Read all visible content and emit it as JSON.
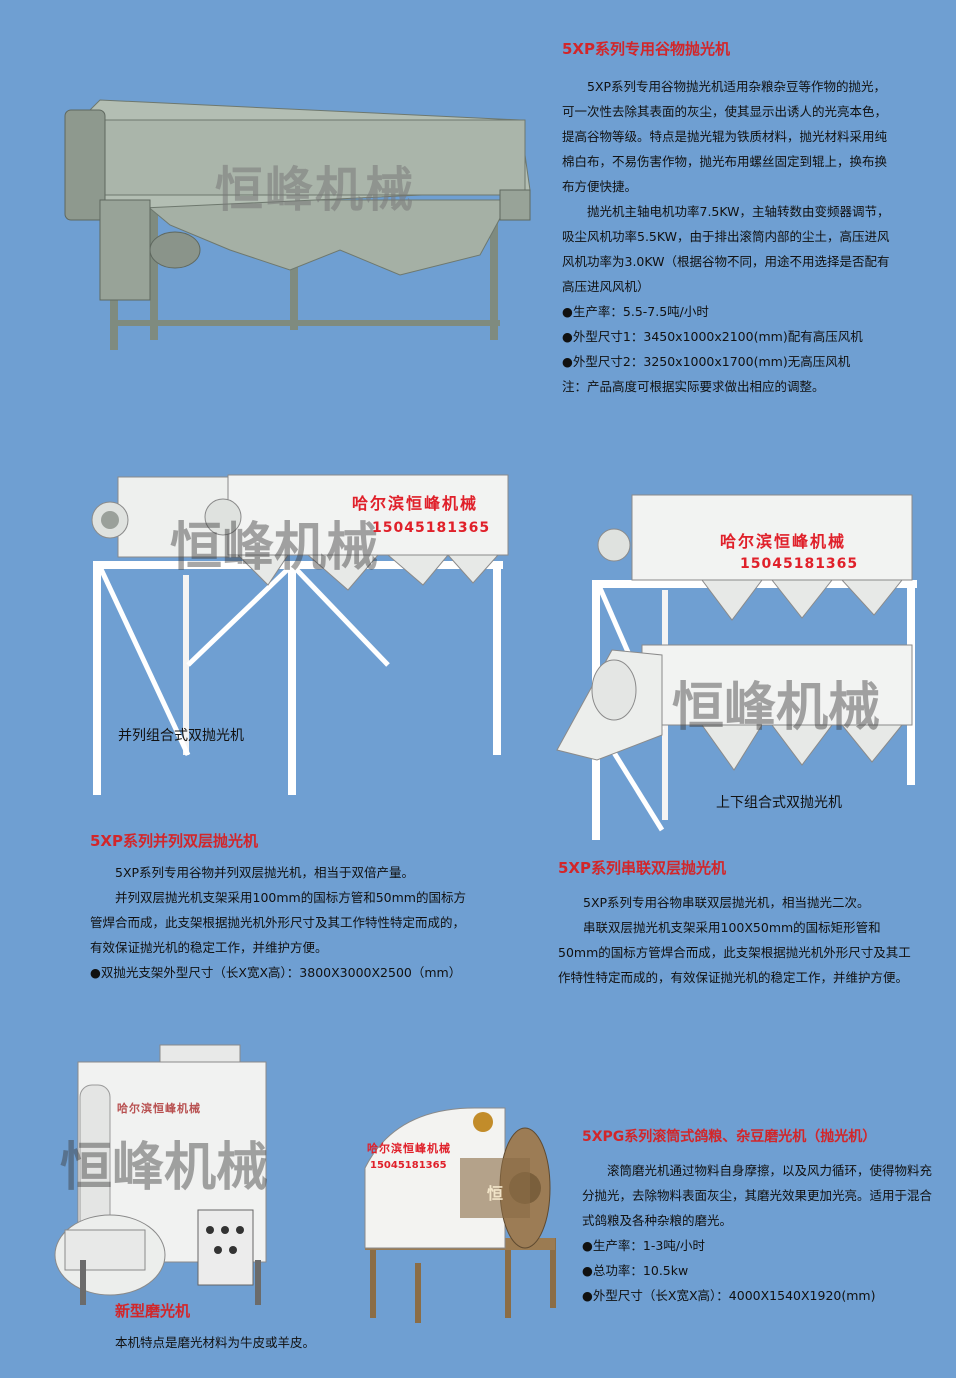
{
  "section1": {
    "title": "5XP系列专用谷物抛光机",
    "paragraphs": [
      "5XP系列专用谷物抛光机适用杂粮杂豆等作物的抛光，可一次性去除其表面的灰尘，使其显示出诱人的光亮本色，提高谷物等级。特点是抛光辊为铁质材料，抛光材料采用纯棉白布，不易伤害作物，抛光布用螺丝固定到辊上，换布换布方便快捷。",
      "抛光机主轴电机功率7.5KW，主轴转数由变频器调节，吸尘风机功率5.5KW，由于排出滚筒内部的尘土，高压进风风机功率为3.0KW（根据谷物不同，用途不用选择是否配有高压进风风机）"
    ],
    "bullets": [
      "●生产率：5.5-7.5吨/小时",
      "●外型尺寸1：3450x1000x2100(mm)配有高压风机",
      "●外型尺寸2：3250x1000x1700(mm)无高压风机"
    ],
    "note": "注：产品高度可根据实际要求做出相应的调整。"
  },
  "watermark": "恒峰机械",
  "machine_label": {
    "brand": "哈尔滨恒峰机械",
    "phone": "15045181365"
  },
  "caption_parallel": "并列组合式双抛光机",
  "caption_updown": "上下组合式双抛光机",
  "section2": {
    "title": "5XP系列并列双层抛光机",
    "paragraphs": [
      "5XP系列专用谷物并列双层抛光机，相当于双倍产量。",
      "并列双层抛光机支架采用100mm的国标方管和50mm的国标方管焊合而成，此支架根据抛光机外形尺寸及其工作特性特定而成的，有效保证抛光机的稳定工作，并维护方便。"
    ],
    "bullets": [
      "●双抛光支架外型尺寸（长X宽X高）：3800X3000X2500（mm）"
    ]
  },
  "section3": {
    "title": "5XP系列串联双层抛光机",
    "paragraphs": [
      "5XP系列专用谷物串联双层抛光机，相当抛光二次。",
      "串联双层抛光机支架采用100X50mm的国标矩形管和50mm的国标方管焊合而成，此支架根据抛光机外形尺寸及其工作特性特定而成的，有效保证抛光机的稳定工作，并维护方便。"
    ]
  },
  "section4": {
    "title": "新型磨光机",
    "text": "本机特点是磨光材料为牛皮或羊皮。",
    "machine_label": "哈尔滨恒峰机械"
  },
  "section5": {
    "title": "5XPG系列滚筒式鸽粮、杂豆磨光机（抛光机）",
    "paragraphs": [
      "滚筒磨光机通过物料自身摩擦，以及风力循环，使得物料充分抛光，去除物料表面灰尘，其磨光效果更加光亮。适用于混合式鸽粮及各种杂粮的磨光。"
    ],
    "bullets": [
      "●生产率：1-3吨/小时",
      "●总功率：10.5kw",
      "●外型尺寸（长X宽X高）：4000X1540X1920(mm)"
    ],
    "drum_label": "哈尔滨恒峰机械",
    "drum_phone": "15045181365",
    "logo_char": "恒"
  },
  "colors": {
    "background": "#6f9fd2",
    "title": "#d2262a",
    "machine_gray": "#9aa79a",
    "machine_white": "#eef0ee"
  }
}
